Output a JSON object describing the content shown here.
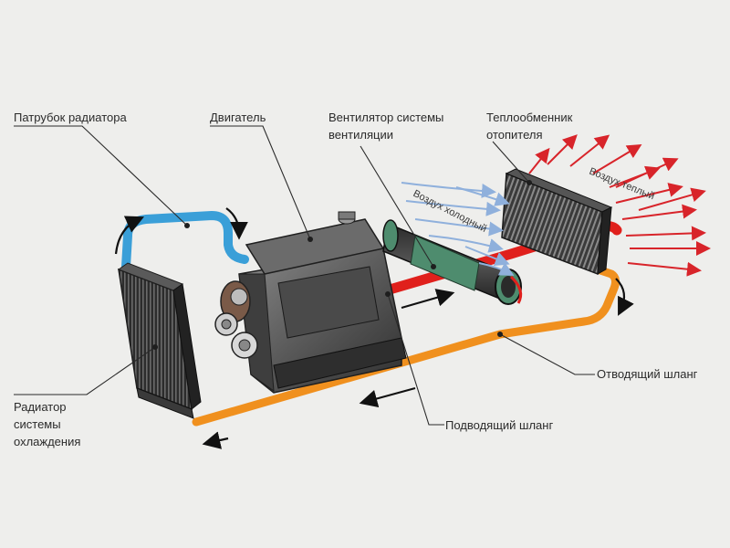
{
  "labels": {
    "radiator_pipe": "Патрубок радиатора",
    "engine": "Двигатель",
    "fan_line1": "Вентилятор системы",
    "fan_line2": "вентиляции",
    "heat_exchanger_line1": "Теплообменник",
    "heat_exchanger_line2": "отопителя",
    "radiator_line1": "Радиатор",
    "radiator_line2": "системы",
    "radiator_line3": "охлаждения",
    "outlet_hose": "Отводящий шланг",
    "inlet_hose": "Подводящий шланг",
    "air_cold": "Воздух холодный",
    "air_warm": "Воздух теплый"
  },
  "colors": {
    "cold_pipe": "#3a9fd8",
    "hot_pipe": "#e0201c",
    "return_hose": "#f0901e",
    "cold_air": "#8fb0dc",
    "warm_air": "#d8242a",
    "fan_drum": "#4e8c6e",
    "metal_dark": "#3a3a3a",
    "background": "#eeeeec"
  }
}
